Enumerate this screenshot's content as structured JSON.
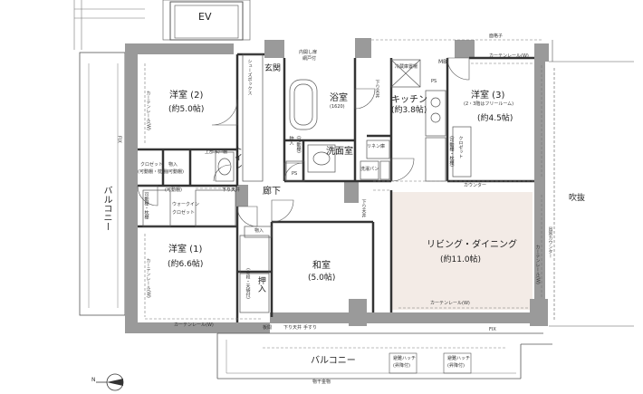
{
  "rooms": {
    "western2": {
      "name": "洋室 (2)",
      "size": "(約5.0帖)"
    },
    "western1": {
      "name": "洋室 (1)",
      "size": "(約6.6帖)"
    },
    "western3": {
      "name": "洋室 (3)",
      "note": "(2・3階はフリールーム)",
      "size": "(約4.5帖)"
    },
    "bathroom": {
      "name": "浴室",
      "note": "(1620)"
    },
    "kitchen": {
      "name": "キッチン",
      "size": "(約3.8帖)"
    },
    "washroom": {
      "name": "洗面室"
    },
    "living": {
      "name": "リビング・ダイニング",
      "size": "(約11.0帖)"
    },
    "japanese": {
      "name": "和室",
      "size": "(5.0帖)"
    },
    "hall": {
      "name": "廊下"
    },
    "entrance": {
      "name": "玄関"
    },
    "toilet": {
      "name": "トイレ"
    }
  },
  "labels": {
    "ev": "EV",
    "balcony_left": "バルコニー",
    "balcony_bottom": "バルコニー",
    "fukinuke": "吹抜",
    "mb": "MB",
    "ps": "PS",
    "ps2": "PS",
    "fix_left": "FIX",
    "fix_bottom": "FIX",
    "oshiire": "押入",
    "oshiire_note": "(中段・天袋付)",
    "walkin": "ウォークイン",
    "closet": "クロゼット",
    "closet_small": "クロゼット",
    "closet_sub": "(可動棚・枕棚)",
    "closet_left": "クロゼット",
    "closet_left_sub": "(可動棚・枕棚)",
    "mono1": "物入",
    "mono1_sub": "(可動棚)",
    "mono2": "物入",
    "mono3": "物入",
    "kado_dana": "(可動棚)",
    "kado_makura": "可動棚・枕棚",
    "kado_dana2": "(可動棚)",
    "jojo": "上部吊戸棚",
    "linen": "リネン庫",
    "senmen_pan": "洗濯パン",
    "shoes_box": "シューズボックス",
    "reizoko": "冷蔵庫置場",
    "uchibiraki": "内開し扉",
    "amido": "網戸付",
    "sagari1": "下り天井",
    "sagari2": "下り天井",
    "sagari3": "下り天井",
    "sagari4": "下り天井",
    "counter": "カウンター",
    "curtain_w2": "カーテンレール(W)",
    "curtain_w1": "カーテンレール(W)",
    "curtain_bottom1": "カーテンレール(W)",
    "curtain_living": "カーテンレール(W)",
    "curtain_living_side": "カーテンレール(W)",
    "curtain_w3": "カーテンレール(W)",
    "sashi_kabe": "出窓カウンター",
    "tesuri_top": "面格子",
    "tesuri_bottom": "手すり",
    "itama": "板間",
    "hinan1": "避難ハッチ",
    "hinan1_sub": "(昇降付)",
    "hinan2": "避難ハッチ",
    "hinan2_sub": "(昇降付)",
    "butsukake": "物干金物",
    "compass": "N"
  }
}
